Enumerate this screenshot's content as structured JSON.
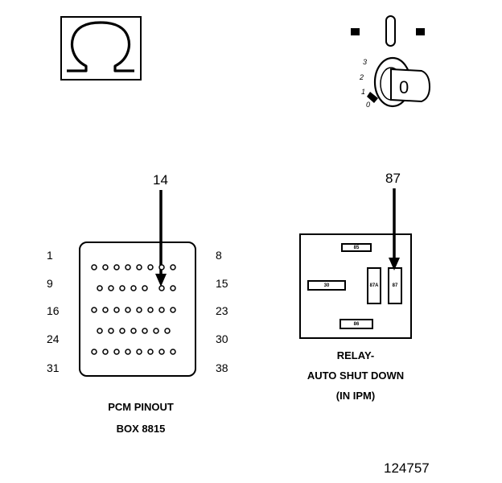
{
  "meter_symbol": {
    "glyph": "Ω",
    "name": "ohmmeter"
  },
  "ignition": {
    "key_label": "0",
    "positions": [
      "3",
      "2",
      "1",
      "0"
    ]
  },
  "pcm": {
    "callout_pin": "14",
    "row_labels_left": [
      "1",
      "9",
      "16",
      "24",
      "31"
    ],
    "row_labels_right": [
      "8",
      "15",
      "23",
      "30",
      "38"
    ],
    "caption_line1": "PCM PINOUT",
    "caption_line2": "BOX 8815"
  },
  "relay": {
    "callout_pin": "87",
    "terminals": [
      "85",
      "30",
      "87A",
      "87",
      "86"
    ],
    "caption_line1": "RELAY-",
    "caption_line2": "AUTO SHUT DOWN",
    "caption_line3": "(IN IPM)"
  },
  "figure_number": "124757"
}
